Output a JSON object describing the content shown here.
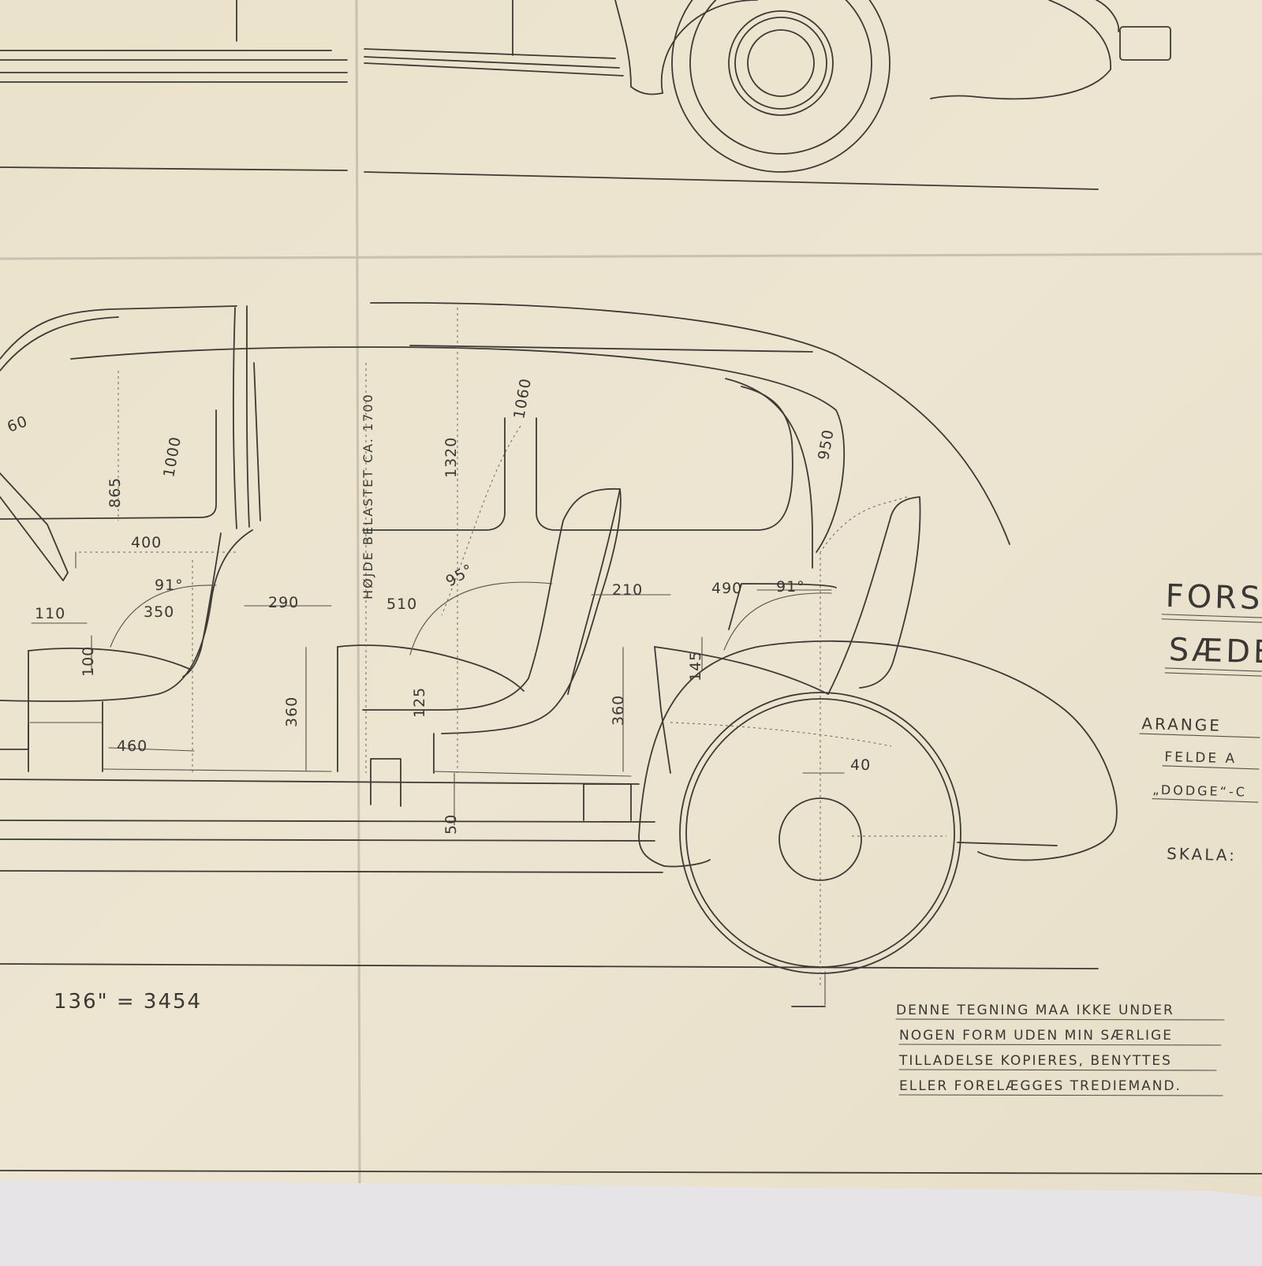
{
  "title_block": {
    "title": "FORS",
    "subtitle": "SÆDE",
    "lines": [
      "ARANGE",
      "FELDE A",
      "„DODGE“-C",
      "SKALA:"
    ]
  },
  "wheelbase_note": "136\" = 3454",
  "copyright_note": [
    "DENNE TEGNING MAA IKKE UNDER",
    "NOGEN FORM UDEN MIN SÆRLIGE",
    "TILLADELSE KOPIERES, BENYTTES",
    "ELLER FORELÆGGES TREDIEMAND."
  ],
  "height_note": "HØJDE BELASTET CA. 1700",
  "dimensions": {
    "d60": "60",
    "d865": "865",
    "d1000": "1000",
    "d400": "400",
    "d91a": "91°",
    "d350": "350",
    "d110": "110",
    "d100": "100",
    "d460": "460",
    "d290": "290",
    "d360a": "360",
    "d510": "510",
    "d95": "95°",
    "d125": "125",
    "d1320": "1320",
    "d1060": "1060",
    "d210": "210",
    "d50": "50",
    "d490": "490",
    "d91b": "91°",
    "d950": "950",
    "d145": "145",
    "d360b": "360",
    "d40": "40"
  },
  "colors": {
    "paper": "#ece3cd",
    "ink": "#3d3a35",
    "tablecloth": "#e6e4e6"
  }
}
